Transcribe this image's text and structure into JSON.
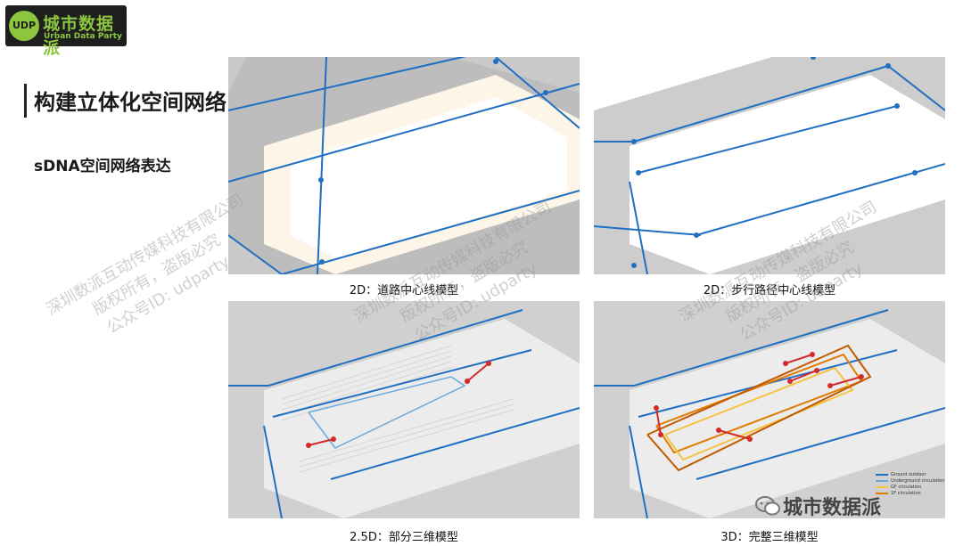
{
  "logo": {
    "badge": "UDP",
    "cn": "城市数据派",
    "en": "Urban Data Party"
  },
  "title": "构建立体化空间网络: sDNA",
  "subtitle": "sDNA空间网络表达",
  "panels": [
    {
      "caption": "2D：道路中心线模型"
    },
    {
      "caption": "2D：步行路径中心线模型"
    },
    {
      "caption": "2.5D：部分三维模型"
    },
    {
      "caption": "3D：完整三维模型"
    }
  ],
  "legend": [
    "Ground outdoor",
    "Underground circulation",
    "GF circulation",
    "1F circulation"
  ],
  "colors": {
    "network": "#1f6fc2",
    "connector": "#d42a2a",
    "road": "#bdbdbd",
    "sidewalk": "#fdf6e8",
    "accent": "#8cc63f"
  },
  "watermark": {
    "line1": "深圳数派互动传媒科技有限公司",
    "line2": "版权所有，盗版必究",
    "line3": "公众号ID: udparty"
  },
  "brand": "城市数据派"
}
